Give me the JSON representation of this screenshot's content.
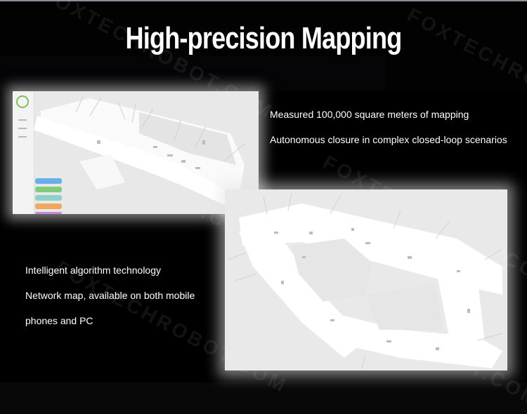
{
  "title": "High-precision Mapping",
  "feature_block_1": {
    "lines": [
      "Measured 100,000 square meters of mapping",
      "Autonomous closure in complex closed-loop scenarios"
    ]
  },
  "feature_block_2": {
    "lines": [
      "Intelligent algorithm technology",
      "Network map, available on both mobile",
      "phones and PC"
    ]
  },
  "watermark": "FOXTECHROBOT.COM",
  "colors": {
    "background": "#020203",
    "text": "#ffffff",
    "map_bg": "#e8e8e8",
    "map_path": "#ffffff"
  },
  "icons": {
    "app_logo": "green-ring-logo"
  }
}
